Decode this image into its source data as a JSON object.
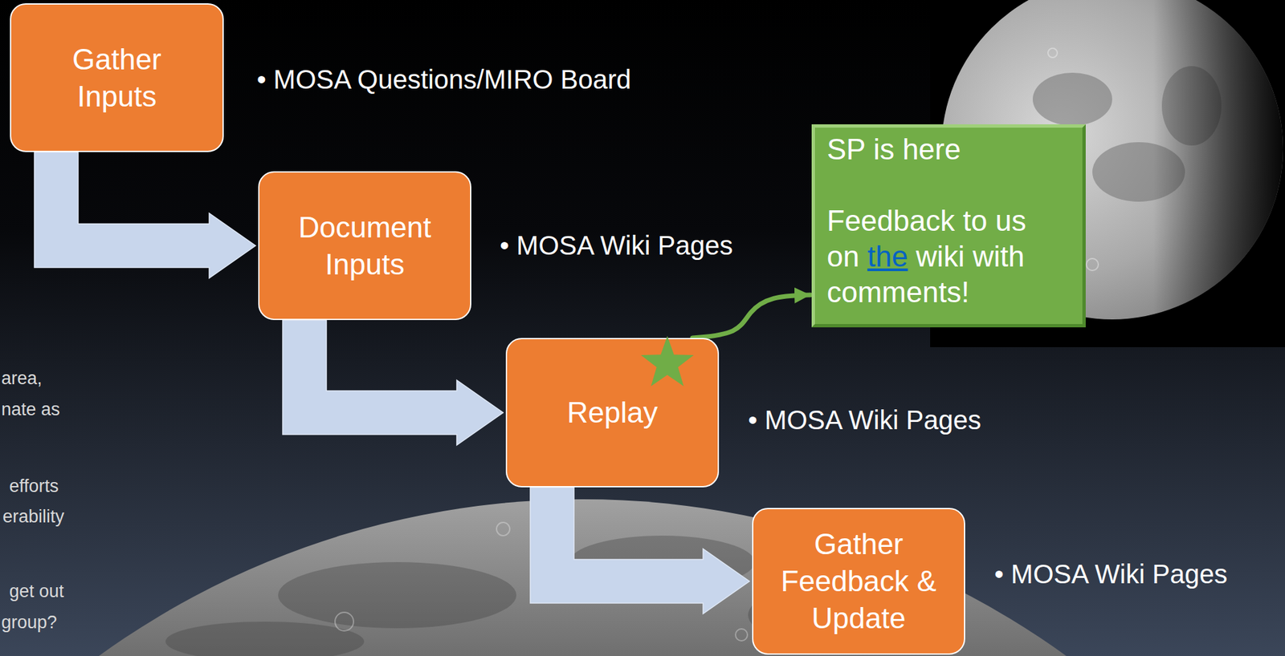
{
  "diagram": {
    "nodes": [
      {
        "text": [
          "Gather Inputs"
        ]
      },
      {
        "text": [
          "Document Inputs"
        ]
      },
      {
        "text": [
          "Replay"
        ]
      },
      {
        "text": [
          "Gather Feedback & Update"
        ]
      },
      {
        "text": [
          "SP is here",
          "Feedback to us on the wiki with comments!"
        ]
      }
    ],
    "edges": [
      {
        "from": 0,
        "to": 1,
        "arrow": "to"
      },
      {
        "from": 1,
        "to": 2,
        "arrow": "to"
      },
      {
        "from": 2,
        "to": 3,
        "arrow": "to"
      },
      {
        "from": 2,
        "to": 4,
        "arrow": "to"
      }
    ],
    "labels": [
      "• MOSA Questions/MIRO Board",
      "• MOSA Wiki Pages",
      "area,",
      "nate as",
      "• MOSA Wiki Pages",
      "efforts",
      "erability",
      "• MOSA Wiki Pages",
      "get out",
      "group?"
    ]
  }
}
